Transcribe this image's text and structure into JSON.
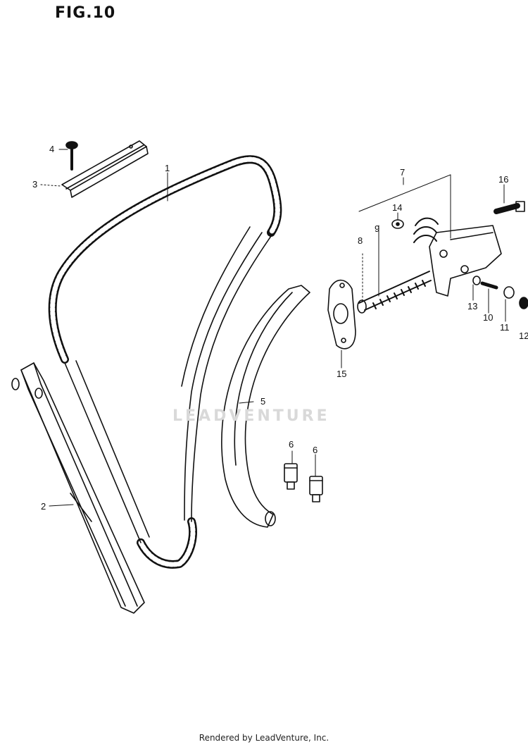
{
  "figure": {
    "title": "FIG.10"
  },
  "callouts": [
    {
      "id": "c1",
      "text": "1"
    },
    {
      "id": "c2",
      "text": "2"
    },
    {
      "id": "c3",
      "text": "3"
    },
    {
      "id": "c4",
      "text": "4"
    },
    {
      "id": "c5",
      "text": "5"
    },
    {
      "id": "c6a",
      "text": "6"
    },
    {
      "id": "c6b",
      "text": "6"
    },
    {
      "id": "c7",
      "text": "7"
    },
    {
      "id": "c8",
      "text": "8"
    },
    {
      "id": "c9",
      "text": "9"
    },
    {
      "id": "c10",
      "text": "10"
    },
    {
      "id": "c11",
      "text": "11"
    },
    {
      "id": "c12",
      "text": "12"
    },
    {
      "id": "c13",
      "text": "13"
    },
    {
      "id": "c14",
      "text": "14"
    },
    {
      "id": "c15",
      "text": "15"
    },
    {
      "id": "c16",
      "text": "16"
    }
  ],
  "watermark": "LEADVENTURE",
  "footer": "Rendered by LeadVenture, Inc.",
  "colors": {
    "ink": "#111111",
    "watermark": "#d9d9d9",
    "background": "#ffffff"
  }
}
